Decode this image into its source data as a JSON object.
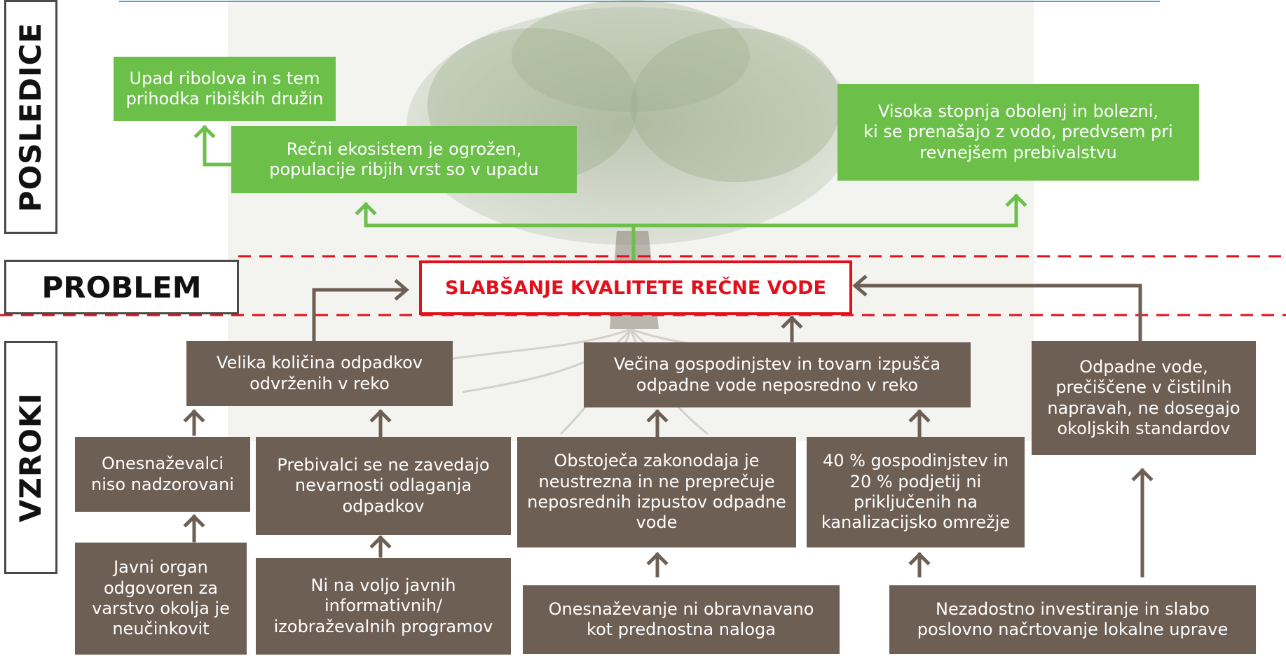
{
  "labels": {
    "consequences": "POSLEDICE",
    "problem": "PROBLEM",
    "causes": "VZROKI"
  },
  "problem_text": "SLABŠANJE KVALITETE REČNE VODE",
  "consequences": {
    "fishing_decline": "Upad ribolova in s tem\nprihodka ribiških družin",
    "ecosystem_threat": "Rečni ekosistem je ogrožen,\npopulacije ribjih vrst so v upadu",
    "disease_rate": "Visoka stopnja obolenj in bolezni,\nki se prenašajo z vodo, predvsem pri\nrevnejšem prebivalstvu"
  },
  "causes": {
    "waste_dumped": "Velika količina odpadkov\nodvrženih v reko",
    "households_discharge": "Večina gospodinjstev in tovarn izpušča\nodpadne vode neposredno v reko",
    "treated_water_substandard": "Odpadne vode,\nprečiščene v čistilnih\nnapravah, ne dosegajo\nokoljskih standardov",
    "polluters_unmonitored": "Onesnaževalci\nniso nadzorovani",
    "residents_unaware": "Prebivalci se ne zavedajo\nnevarnosti odlaganja\nodpadkov",
    "legislation_inadequate": "Obstoječa zakonodaja je\nneustrezna in ne preprečuje\nneposrednih izpustov odpadne\nvode",
    "not_connected": "40 % gospodinjstev in\n20 % podjetij ni\npriključenih na\nkanalizacijsko omrežje",
    "authority_ineffective": "Javni organ\nodgovoren za\nvarstvo okolja je\nneučinkovit",
    "no_programs": "Ni na voljo javnih\ninformativnih/\nizobraževalnih programov",
    "not_priority": "Onesnaževanje ni obravnavano\nkot prednostna naloga",
    "underinvestment": "Nezadostno investiranje in slabo\nposlovno načrtovanje lokalne uprave"
  },
  "colors": {
    "green": "#6cc04a",
    "brown": "#6e5f55",
    "red": "#e3101b",
    "arrow_gray": "#6e5f55"
  },
  "icons": {
    "background": "tree-with-roots-illustration"
  }
}
